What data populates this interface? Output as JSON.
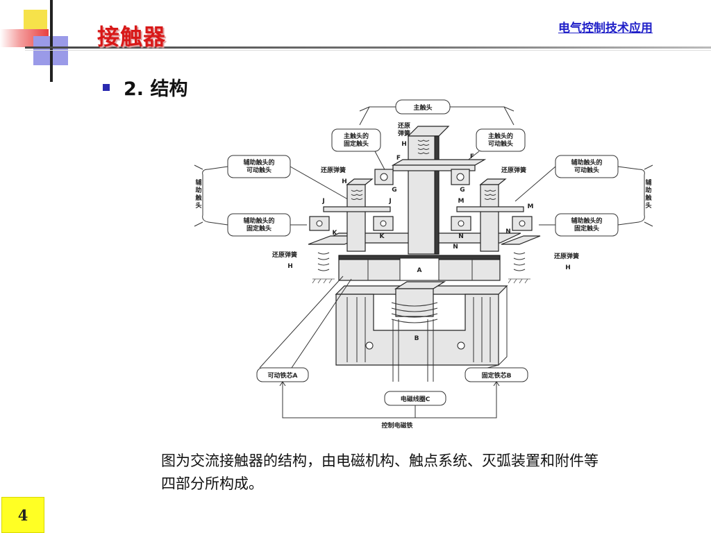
{
  "slide": {
    "title": "接触器",
    "course_link": "电气控制技术应用",
    "heading": "2. 结构",
    "caption": "图为交流接触器的结构，由电磁机构、触点系统、灭弧装置和附件等四部分所构成。",
    "page_number": "4"
  },
  "colors": {
    "title": "#d81818",
    "link": "#2020c8",
    "bullet": "#2a2ab0",
    "page_badge": "#ffff24"
  },
  "diagram": {
    "main_contact": "主触头",
    "main_fixed": "主触头的\n固定触头",
    "main_movable": "主触头的\n可动触头",
    "reset_spring_top": "还原\n弹簧",
    "aux_movable_left": "辅助触头的\n可动触头",
    "aux_movable_right": "辅助触头的\n可动触头",
    "aux_fixed_left": "辅助触头的\n固定触头",
    "aux_fixed_right": "辅助触头的\n固定触头",
    "aux_contact_left": "辅\n助\n触\n头",
    "aux_contact_right": "辅\n助\n触\n头",
    "reset_spring_left_upper": "还原弹簧",
    "reset_spring_right_upper": "还原弹簧",
    "reset_spring_left_lower": "还原弹簧",
    "reset_spring_right_lower": "还原弹簧",
    "movable_core": "可动铁芯A",
    "fixed_core": "固定铁芯B",
    "coil": "电磁线圈C",
    "control_magnet": "控制电磁铁",
    "letters": {
      "H": "H",
      "F": "F",
      "G": "G",
      "J": "J",
      "M": "M",
      "K": "K",
      "N": "N",
      "A": "A",
      "B": "B"
    }
  }
}
